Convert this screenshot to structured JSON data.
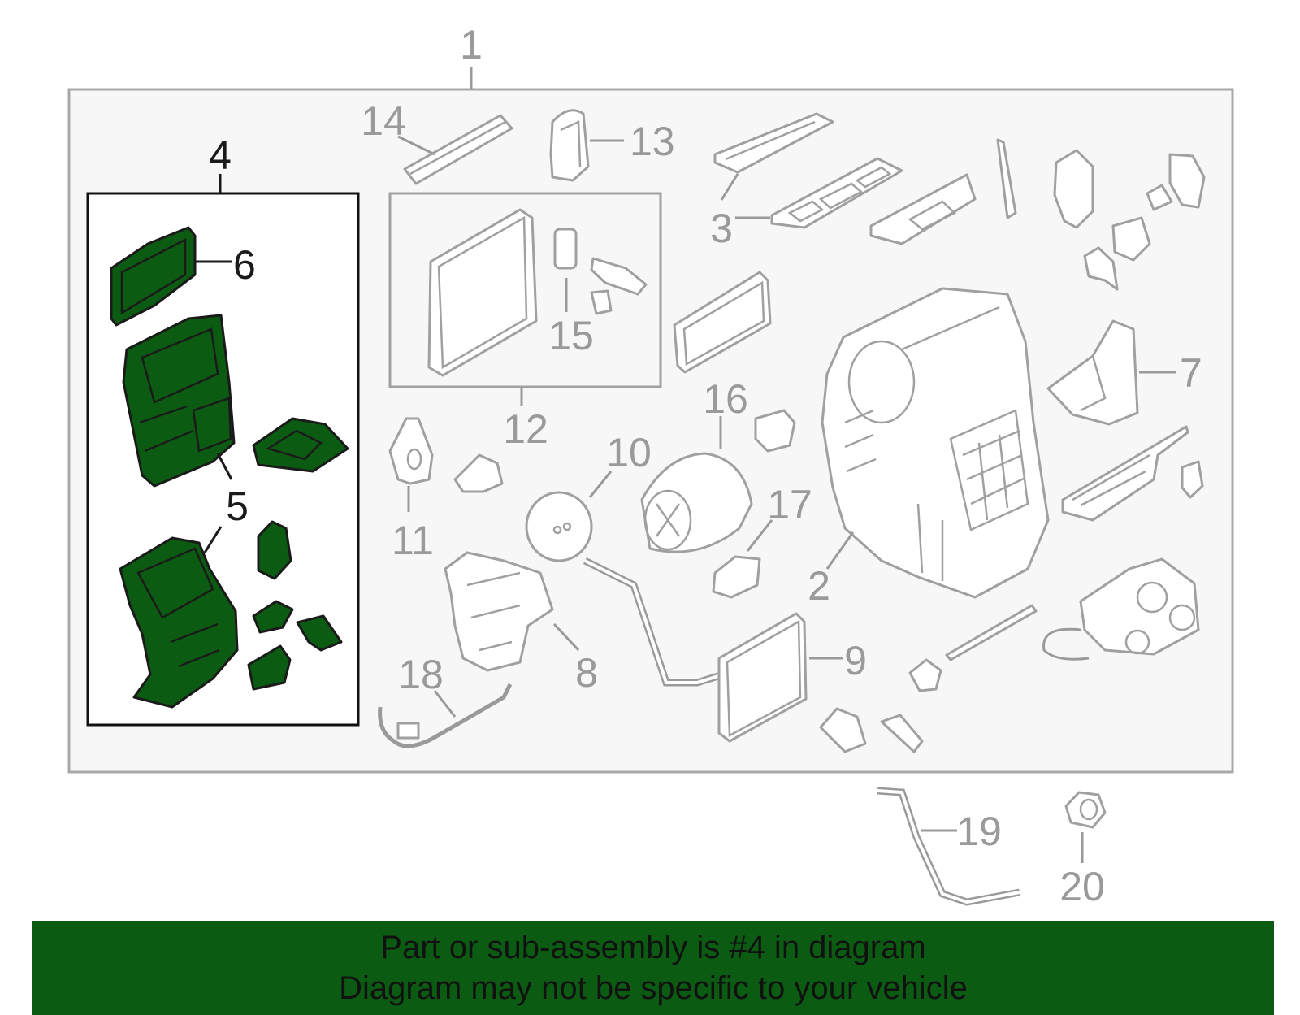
{
  "colors": {
    "accent": "#0b5c12",
    "banner_bg": "#0b5c12",
    "panel_bg": "#f7f7f7",
    "line_gray": "#9a9a9a",
    "highlight_line": "#1a1a1a"
  },
  "callouts": {
    "c1": "1",
    "c2": "2",
    "c3a": "3",
    "c4": "4",
    "c5": "5",
    "c6": "6",
    "c7": "7",
    "c8": "8",
    "c9": "9",
    "c10": "10",
    "c11": "11",
    "c12": "12",
    "c13": "13",
    "c14": "14",
    "c15": "15",
    "c16": "16",
    "c17": "17",
    "c18": "18",
    "c19": "19",
    "c20": "20"
  },
  "banner": {
    "line1": "Part or sub-assembly is #4 in diagram",
    "line2": "Diagram may not be specific to your vehicle"
  }
}
